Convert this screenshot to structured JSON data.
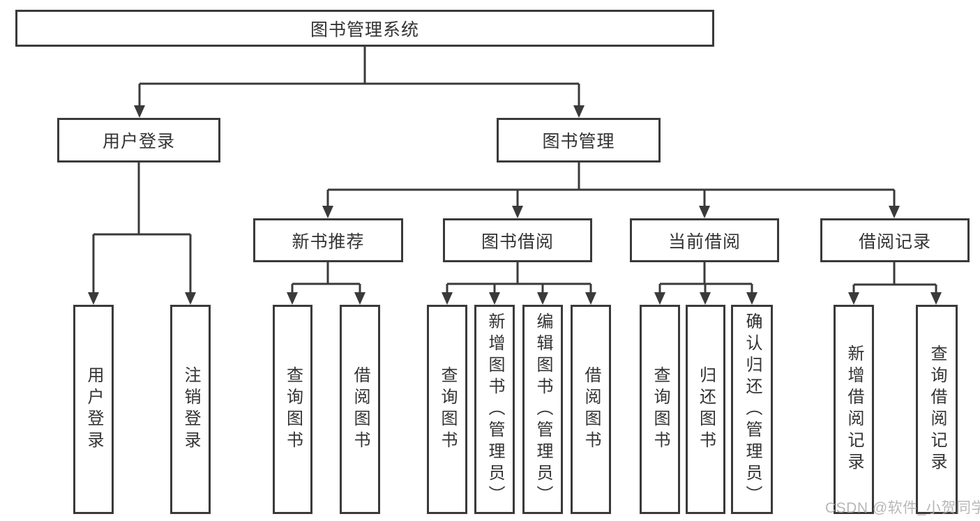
{
  "tree": {
    "root": {
      "label": "图书管理系统"
    },
    "branches": [
      {
        "label": "用户登录",
        "leaves": [
          {
            "label": "用户登录"
          },
          {
            "label": "注销登录"
          }
        ]
      },
      {
        "label": "图书管理",
        "groups": [
          {
            "label": "新书推荐",
            "leaves": [
              {
                "label": "查询图书"
              },
              {
                "label": "借阅图书"
              }
            ]
          },
          {
            "label": "图书借阅",
            "leaves": [
              {
                "label": "查询图书"
              },
              {
                "label": "新增图书（管理员）"
              },
              {
                "label": "编辑图书（管理员）"
              },
              {
                "label": "借阅图书"
              }
            ]
          },
          {
            "label": "当前借阅",
            "leaves": [
              {
                "label": "查询图书"
              },
              {
                "label": "归还图书"
              },
              {
                "label": "确认归还（管理员）"
              }
            ]
          },
          {
            "label": "借阅记录",
            "leaves": [
              {
                "label": "新增借阅记录"
              },
              {
                "label": "查询借阅记录"
              }
            ]
          }
        ]
      }
    ]
  },
  "watermark": {
    "text": "CSDN @软件_小贺同学"
  },
  "colors": {
    "line": "#3a3a3a",
    "text": "#333333",
    "background": "#ffffff",
    "watermark": "#ababab"
  }
}
